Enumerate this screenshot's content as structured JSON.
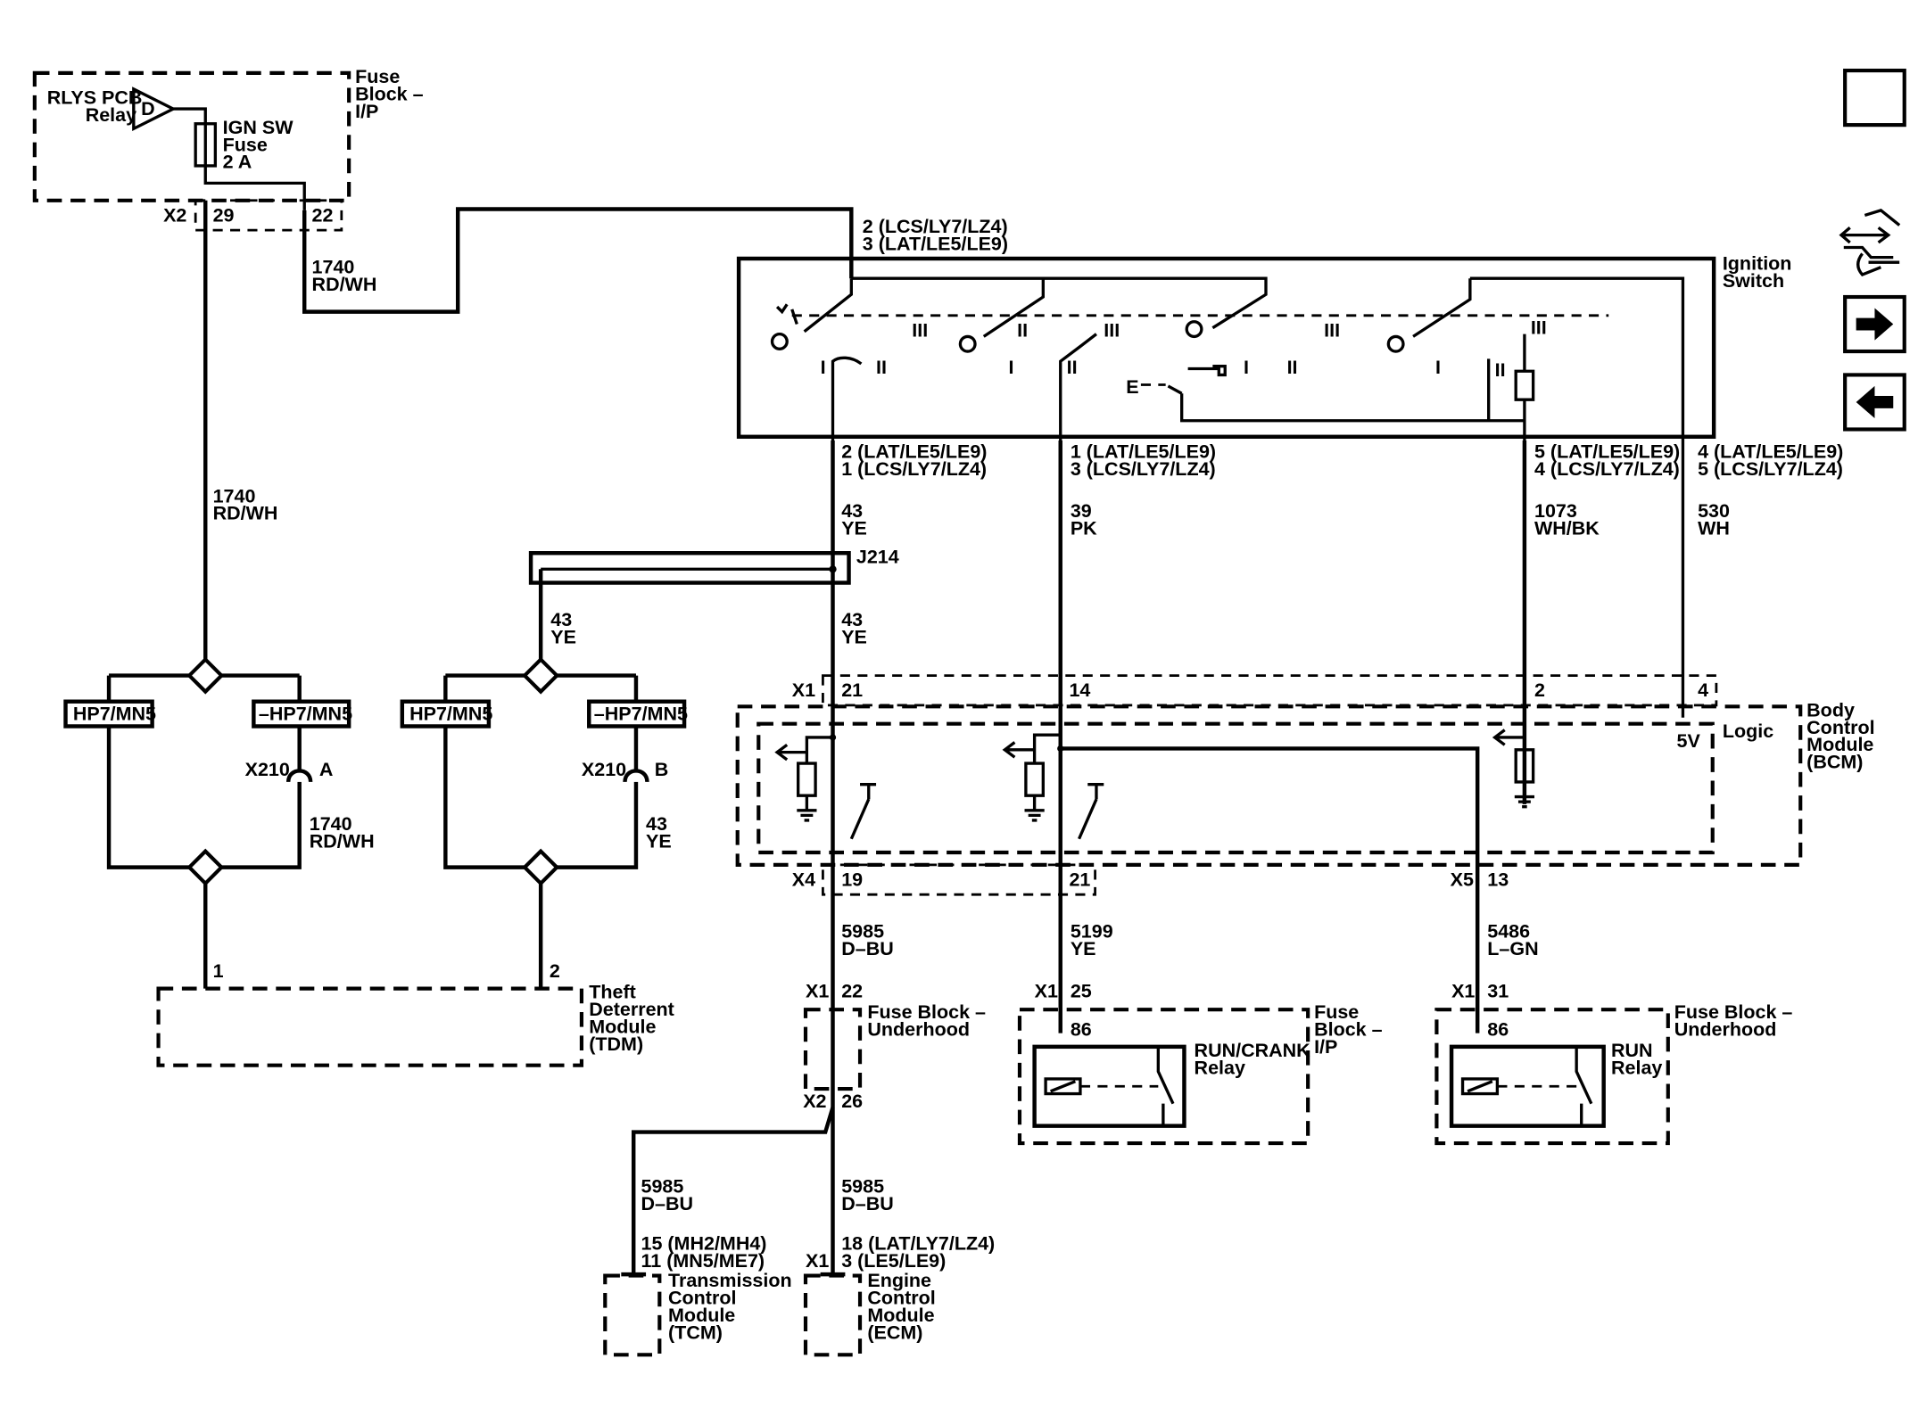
{
  "fuse_block_ip": {
    "title": [
      "Fuse",
      "Block –",
      "I/P"
    ],
    "relay_label": [
      "RLYS PCB",
      "Relay"
    ],
    "relay_letter": "D",
    "fuse_label": [
      "IGN SW",
      "Fuse",
      "2 A"
    ],
    "conn": "X2",
    "pin29": "29",
    "pin22": "22"
  },
  "wire_1740_top": [
    "1740",
    "RD/WH"
  ],
  "wire_1740_left": [
    "1740",
    "RD/WH"
  ],
  "wire_1740_x210": [
    "1740",
    "RD/WH"
  ],
  "ign_switch": {
    "title": [
      "Ignition",
      "Switch"
    ],
    "top_pins": [
      "2 (LCS/LY7/LZ4)",
      "3 (LAT/LE5/LE9)"
    ],
    "pos_labels": [
      "I",
      "II",
      "III"
    ],
    "key_mark": "E"
  },
  "ign_out": [
    {
      "pins": [
        "2 (LAT/LE5/LE9)",
        "1 (LCS/LY7/LZ4)"
      ],
      "wire": [
        "43",
        "YE"
      ]
    },
    {
      "pins": [
        "1 (LAT/LE5/LE9)",
        "3 (LCS/LY7/LZ4)"
      ],
      "wire": [
        "39",
        "PK"
      ]
    },
    {
      "pins": [
        "5 (LAT/LE5/LE9)",
        "4 (LCS/LY7/LZ4)"
      ],
      "wire": [
        "1073",
        "WH/BK"
      ]
    },
    {
      "pins": [
        "4 (LAT/LE5/LE9)",
        "5 (LCS/LY7/LZ4)"
      ],
      "wire": [
        "530",
        "WH"
      ]
    }
  ],
  "splice": "J214",
  "wire_43_below_splice": [
    "43",
    "YE"
  ],
  "wire_43_left": [
    "43",
    "YE"
  ],
  "wire_43_x210": [
    "43",
    "YE"
  ],
  "option_boxes": [
    "HP7/MN5",
    "–HP7/MN5",
    "HP7/MN5",
    "–HP7/MN5"
  ],
  "x210": {
    "label": "X210",
    "a": "A",
    "b": "B"
  },
  "bcm": {
    "title": [
      "Body",
      "Control",
      "Module",
      "(BCM)"
    ],
    "logic": "Logic",
    "v5": "5V",
    "x1": "X1",
    "x1_pins": [
      "21",
      "14",
      "2",
      "4"
    ],
    "x4": "X4",
    "x4_pins": [
      "19",
      "21"
    ],
    "x5": "X5",
    "x5_pin": "13"
  },
  "wire_5985": [
    "5985",
    "D–BU"
  ],
  "wire_5199": [
    "5199",
    "YE"
  ],
  "wire_5486": [
    "5486",
    "L–GN"
  ],
  "tdm": {
    "title": [
      "Theft",
      "Deterrent",
      "Module",
      "(TDM)"
    ],
    "pin1": "1",
    "pin2": "2"
  },
  "fb_underhood_1": {
    "title": [
      "Fuse Block –",
      "Underhood"
    ],
    "x1": "X1",
    "pin22": "22",
    "x2": "X2",
    "pin26": "26"
  },
  "fb_ip_relay": {
    "title": [
      "Fuse",
      "Block –",
      "I/P"
    ],
    "x1": "X1",
    "pin": "25",
    "pin86": "86",
    "relay": [
      "RUN/CRANK",
      "Relay"
    ]
  },
  "fb_underhood_2": {
    "title": [
      "Fuse Block –",
      "Underhood"
    ],
    "x1": "X1",
    "pin": "31",
    "pin86": "86",
    "relay": [
      "RUN",
      "Relay"
    ]
  },
  "tcm": {
    "wire": [
      "5985",
      "D–BU"
    ],
    "pins": [
      "15 (MH2/MH4)",
      "11 (MN5/ME7)"
    ],
    "title": [
      "Transmission",
      "Control",
      "Module",
      "(TCM)"
    ]
  },
  "ecm": {
    "wire": [
      "5985",
      "D–BU"
    ],
    "x1": "X1",
    "pins": [
      "18 (LAT/LY7/LZ4)",
      "3 (LE5/LE9)"
    ],
    "title": [
      "Engine",
      "Control",
      "Module",
      "(ECM)"
    ]
  },
  "nav": {
    "blank": "blank-button",
    "connector_icon": "connector-view-icon",
    "next": "next-arrow-icon",
    "prev": "previous-arrow-icon"
  }
}
